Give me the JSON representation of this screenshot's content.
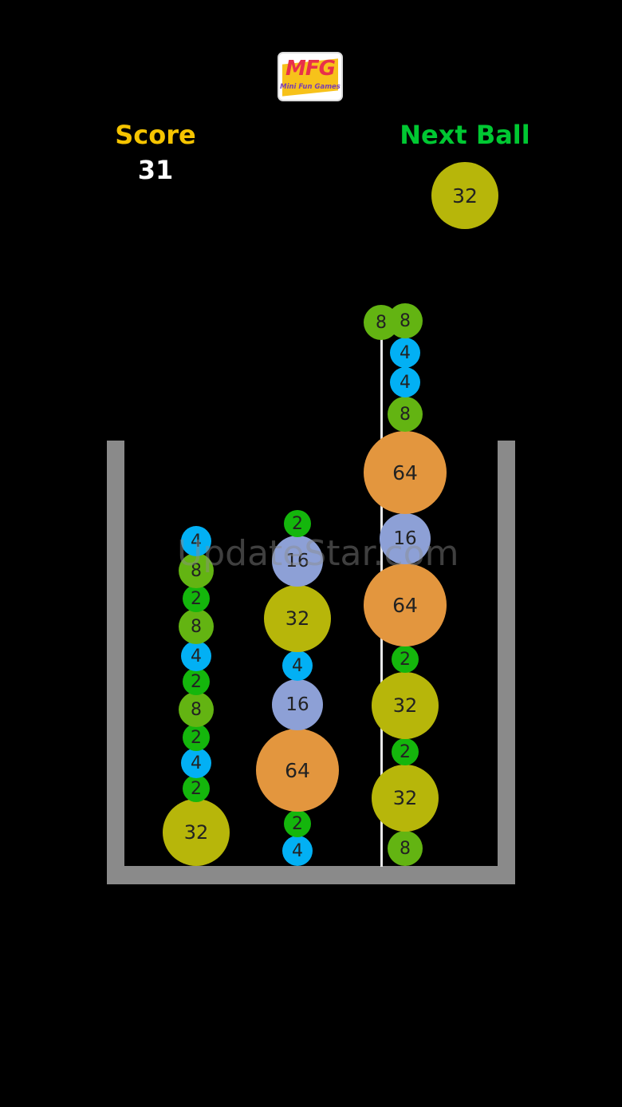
{
  "logo": {
    "text": "MFG",
    "subtext": "Mini Fun Games"
  },
  "score": {
    "label": "Score",
    "value": "31"
  },
  "next_ball": {
    "label": "Next Ball",
    "value": "32",
    "color": "#b7b60a"
  },
  "colors": {
    "2": "#14b60c",
    "4": "#02b0f4",
    "8": "#63b412",
    "16": "#8da0d6",
    "32": "#b7b60a",
    "64": "#e3963e",
    "walls": "#8a8a8a",
    "aim_line": "#e8e8e8"
  },
  "columns": [
    {
      "name": "left",
      "balls_bottom_to_top": [
        "32",
        "2",
        "4",
        "2",
        "8",
        "2",
        "4",
        "8",
        "2",
        "8",
        "4"
      ]
    },
    {
      "name": "middle",
      "balls_bottom_to_top": [
        "4",
        "2",
        "64",
        "16",
        "4",
        "32",
        "16",
        "2"
      ]
    },
    {
      "name": "right",
      "balls_bottom_to_top": [
        "8",
        "32",
        "2",
        "32",
        "2",
        "64",
        "16",
        "64",
        "8",
        "4",
        "4",
        "8"
      ]
    }
  ],
  "watermark": "UpdateStar.com"
}
